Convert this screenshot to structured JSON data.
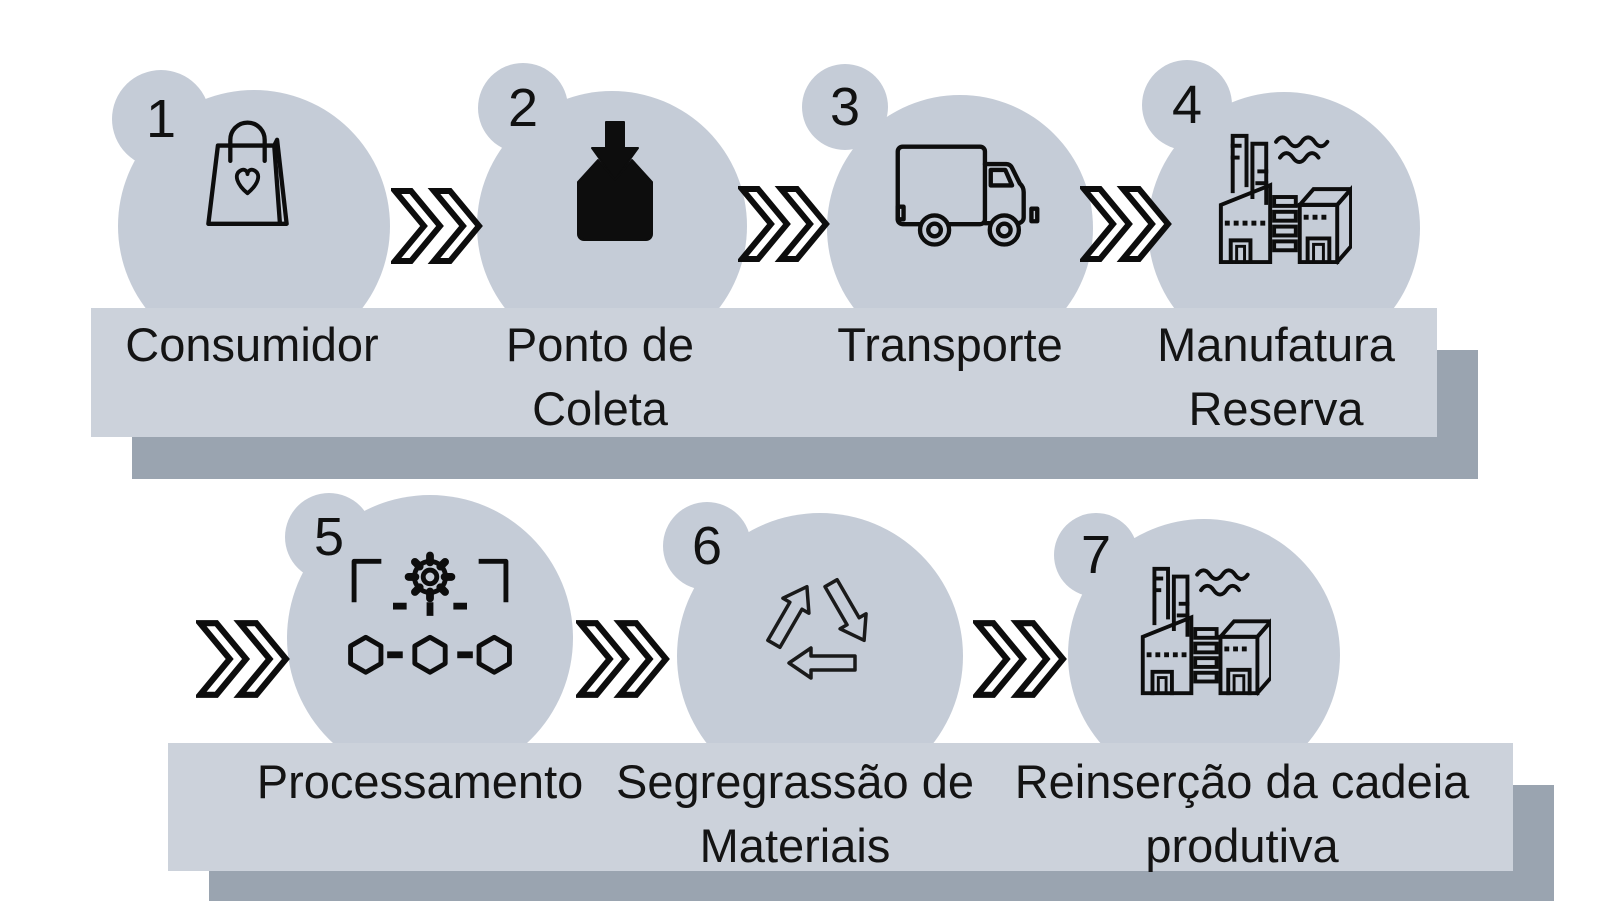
{
  "diagram": {
    "title_semantic": "Reverse logistics / recycling process flow (7 steps)",
    "language": "pt-BR",
    "colors": {
      "background": "#ffffff",
      "circle_fill": "#c5ccd7",
      "label_bar": "#ccd2db",
      "label_bar_shadow": "#9aa4b0",
      "icon_stroke": "#0d0d0d",
      "text": "#141414"
    },
    "steps": [
      {
        "number": "1",
        "line1": "Consumidor",
        "line2": "",
        "icon": "shopping-bag"
      },
      {
        "number": "2",
        "line1": "Ponto de",
        "line2": "Coleta",
        "icon": "collection-box"
      },
      {
        "number": "3",
        "line1": "Transporte",
        "line2": "",
        "icon": "truck"
      },
      {
        "number": "4",
        "line1": "Manufatura",
        "line2": "Reserva",
        "icon": "factory"
      },
      {
        "number": "5",
        "line1": "Processamento",
        "line2": "",
        "icon": "process-gear"
      },
      {
        "number": "6",
        "line1": "Segregrassão de",
        "line2": "Materiais",
        "icon": "recycle"
      },
      {
        "number": "7",
        "line1": "Reinserção da cadeia",
        "line2": "produtiva",
        "icon": "factory"
      }
    ],
    "connector": "double-chevron-right",
    "connector_count": 6
  }
}
